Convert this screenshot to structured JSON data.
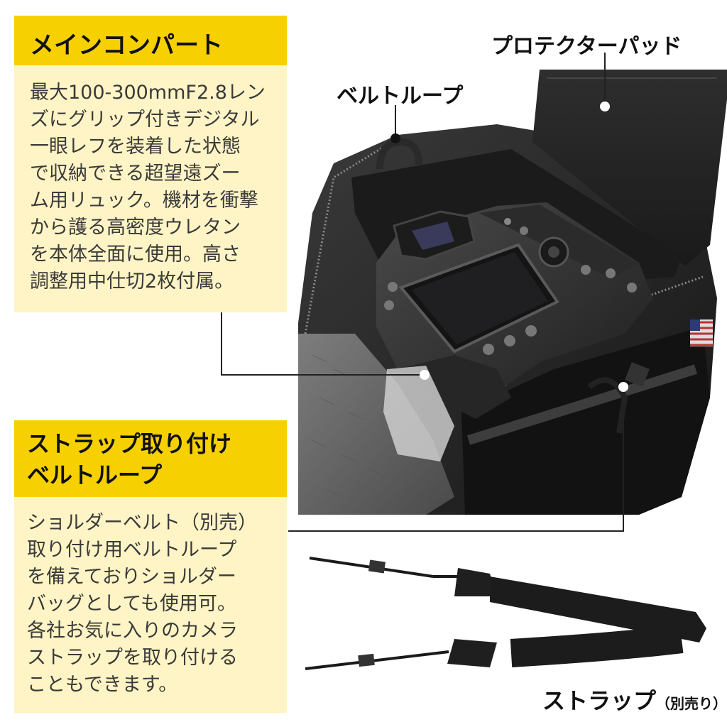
{
  "main_compartment": {
    "title": "メインコンパート",
    "lines": [
      "最大100-300mmF2.8レン",
      "ズにグリップ付きデジタル",
      "一眼レフを装着した状態",
      "で収納できる超望遠ズー",
      "ム用リュック。機材を衝撃",
      "から護る高密度ウレタン",
      "を本体全面に使用。高さ",
      "調整用中仕切2枚付属。"
    ]
  },
  "strap_loop": {
    "title_line1": "ストラップ取り付け",
    "title_line2": "ベルトループ",
    "lines": [
      "ショルダーベルト（別売）",
      "取り付け用ベルトループ",
      "を備えておりショルダー",
      "バッグとしても使用可。",
      "各社お気に入りのカメラ",
      "ストラップを取り付ける",
      "こともできます。"
    ]
  },
  "callouts": {
    "protector_pad": "プロテクターパッド",
    "belt_loop": "ベルトループ",
    "strap": "ストラップ",
    "strap_note": "（別売り）"
  },
  "colors": {
    "accent_yellow": "#f7d000",
    "panel_cream": "#fff4c5"
  }
}
